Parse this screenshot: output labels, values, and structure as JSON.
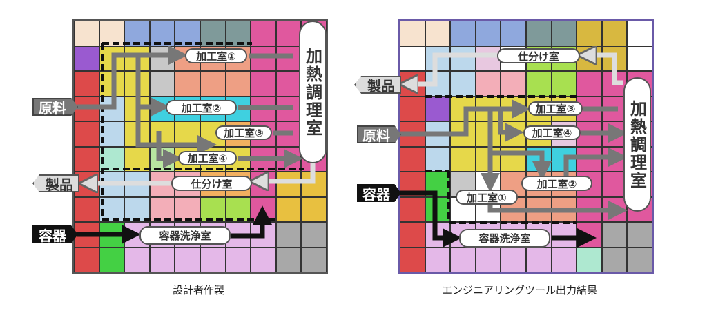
{
  "left_panel": {
    "caption": "設計者作製",
    "rooms": {
      "processing_1": "加工室①",
      "processing_2": "加工室②",
      "processing_3": "加工室③",
      "processing_4": "加工室④",
      "heating": "加熱調理室",
      "sorting": "仕分け室",
      "washing": "容器洗浄室"
    },
    "inputs": {
      "raw": "原料",
      "product": "製品",
      "container": "容器"
    }
  },
  "right_panel": {
    "caption": "エンジニアリングツール出力結果",
    "rooms": {
      "processing_1": "加工室①",
      "processing_2": "加工室②",
      "processing_3": "加工室③",
      "processing_4": "加工室④",
      "heating": "加熱調理室",
      "sorting": "仕分け室",
      "washing": "容器洗浄室"
    },
    "inputs": {
      "raw": "原料",
      "product": "製品",
      "container": "容器"
    }
  }
}
